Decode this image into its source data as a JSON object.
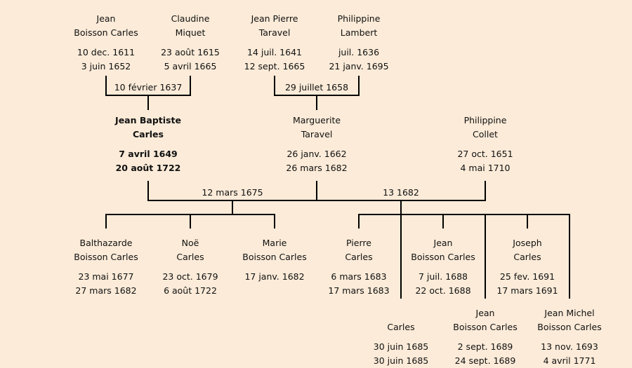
{
  "people": [
    {
      "id": "p0",
      "first": "Jean",
      "last": "Boisson Carles",
      "birth": "10 dec. 1611",
      "death": "3 juin 1652"
    },
    {
      "id": "p1",
      "first": "Claudine",
      "last": "Miquet",
      "birth": "23 août 1615",
      "death": "5 avril 1665"
    },
    {
      "id": "p2",
      "first": "Jean Pierre",
      "last": "Taravel",
      "birth": "14 juil. 1641",
      "death": "12 sept. 1665"
    },
    {
      "id": "p3",
      "first": "Philippine",
      "last": "Lambert",
      "birth": "juil. 1636",
      "death": "21 janv. 1695"
    },
    {
      "id": "p4",
      "first": "Jean Baptiste",
      "last": "Carles",
      "birth": "7 avril 1649",
      "death": "20 août 1722"
    },
    {
      "id": "p5",
      "first": "Marguerite",
      "last": "Taravel",
      "birth": "26 janv. 1662",
      "death": "26 mars 1682"
    },
    {
      "id": "p6",
      "first": "Philippine",
      "last": "Collet",
      "birth": "27 oct. 1651",
      "death": "4 mai 1710"
    },
    {
      "id": "p7",
      "first": "Balthazarde",
      "last": "Boisson Carles",
      "birth": "23 mai 1677",
      "death": "27 mars 1682"
    },
    {
      "id": "p8",
      "first": "Noë",
      "last": "Carles",
      "birth": "23 oct. 1679",
      "death": "6 août 1722"
    },
    {
      "id": "p9",
      "first": "Marie",
      "last": "Boisson Carles",
      "birth": "17 janv. 1682",
      "death": ""
    },
    {
      "id": "p10",
      "first": "Pierre",
      "last": "Carles",
      "birth": "6 mars 1683",
      "death": "17 mars 1683"
    },
    {
      "id": "p11",
      "first": "Jean",
      "last": "Boisson Carles",
      "birth": "7 juil. 1688",
      "death": "22 oct. 1688"
    },
    {
      "id": "p12",
      "first": "Joseph",
      "last": "Carles",
      "birth": "25 fev. 1691",
      "death": "17 mars 1691"
    },
    {
      "id": "p13",
      "first": "",
      "last": "Carles",
      "birth": "30 juin 1685",
      "death": "30 juin 1685"
    },
    {
      "id": "p14",
      "first": "Jean",
      "last": "Boisson Carles",
      "birth": "2 sept. 1689",
      "death": "24 sept. 1689"
    },
    {
      "id": "p15",
      "first": "Jean Michel",
      "last": "Boisson Carles",
      "birth": "13 nov. 1693",
      "death": "4 avril 1771"
    }
  ],
  "marriages": [
    "10 février 1637",
    "29 juillet 1658",
    "12 mars 1675",
    "13 1682"
  ],
  "colors": {
    "background": "#fbebd8",
    "line": "#000000"
  }
}
